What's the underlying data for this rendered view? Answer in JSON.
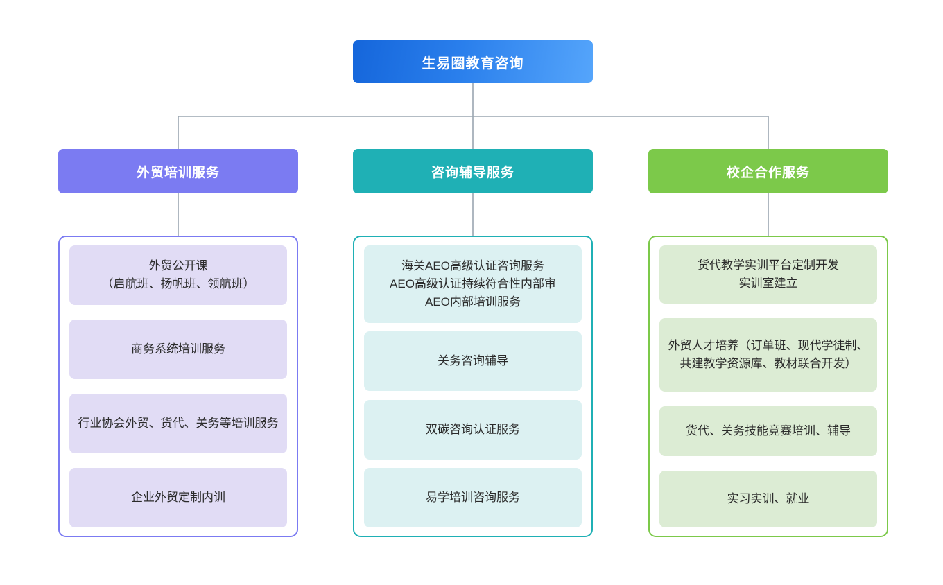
{
  "diagram": {
    "type": "organization-tree",
    "root": {
      "label": "生易圈教育咨询",
      "color": "#2a7fec"
    },
    "connector_color": "#9aa5b1",
    "branches": [
      {
        "label": "外贸培训服务",
        "header_color": "#7b7bf2",
        "card_color": "#e1dcf5",
        "items": [
          "外贸公开课\n（启航班、扬帆班、领航班）",
          "商务系统培训服务",
          "行业协会外贸、货代、关务等培训服务",
          "企业外贸定制内训"
        ]
      },
      {
        "label": "咨询辅导服务",
        "header_color": "#1fb0b5",
        "card_color": "#dcf1f2",
        "items": [
          "海关AEO高级认证咨询服务\nAEO高级认证持续符合性内部审\nAEO内部培训服务",
          "关务咨询辅导",
          "双碳咨询认证服务",
          "易学培训咨询服务"
        ]
      },
      {
        "label": "校企合作服务",
        "header_color": "#7cc94a",
        "card_color": "#dcecd4",
        "items": [
          "货代教学实训平台定制开发\n实训室建立",
          "外贸人才培养（订单班、现代学徒制、共建教学资源库、教材联合开发）",
          "货代、关务技能竞赛培训、辅导",
          "实习实训、就业"
        ]
      }
    ]
  }
}
